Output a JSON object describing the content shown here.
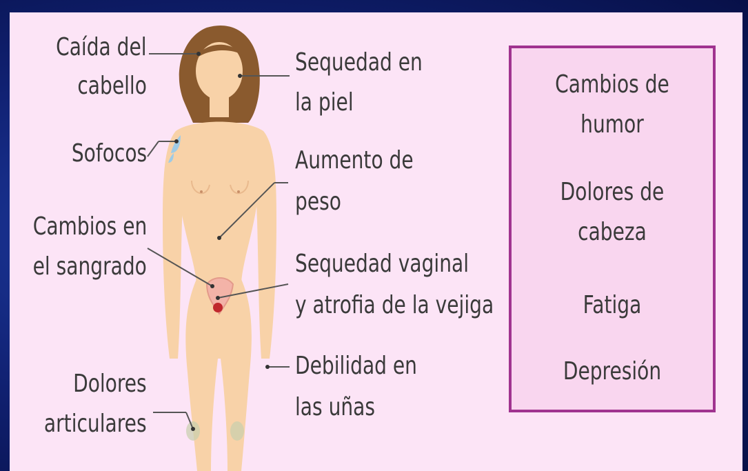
{
  "labels_left": {
    "caida": [
      "Caída del",
      "cabello"
    ],
    "sofocos": [
      "Sofocos"
    ],
    "sangrado": [
      "Cambios en",
      "el sangrado"
    ],
    "articulares": [
      "Dolores",
      "articulares"
    ]
  },
  "labels_right": {
    "piel": [
      "Sequedad en",
      "la piel"
    ],
    "peso": [
      "Aumento de",
      "peso"
    ],
    "vaginal": [
      "Sequedad vaginal",
      "y atrofia de la vejiga"
    ],
    "unas": [
      "Debilidad en",
      "las uñas"
    ]
  },
  "box_items": [
    [
      "Cambios de",
      "humor"
    ],
    [
      "Dolores de",
      "cabeza"
    ],
    [
      "Fatiga"
    ],
    [
      "Depresión"
    ]
  ],
  "colors": {
    "panel": "#fce4f6",
    "box_border": "#a0338f",
    "skin": "#f8d2a8",
    "hair": "#8a5a2e"
  }
}
